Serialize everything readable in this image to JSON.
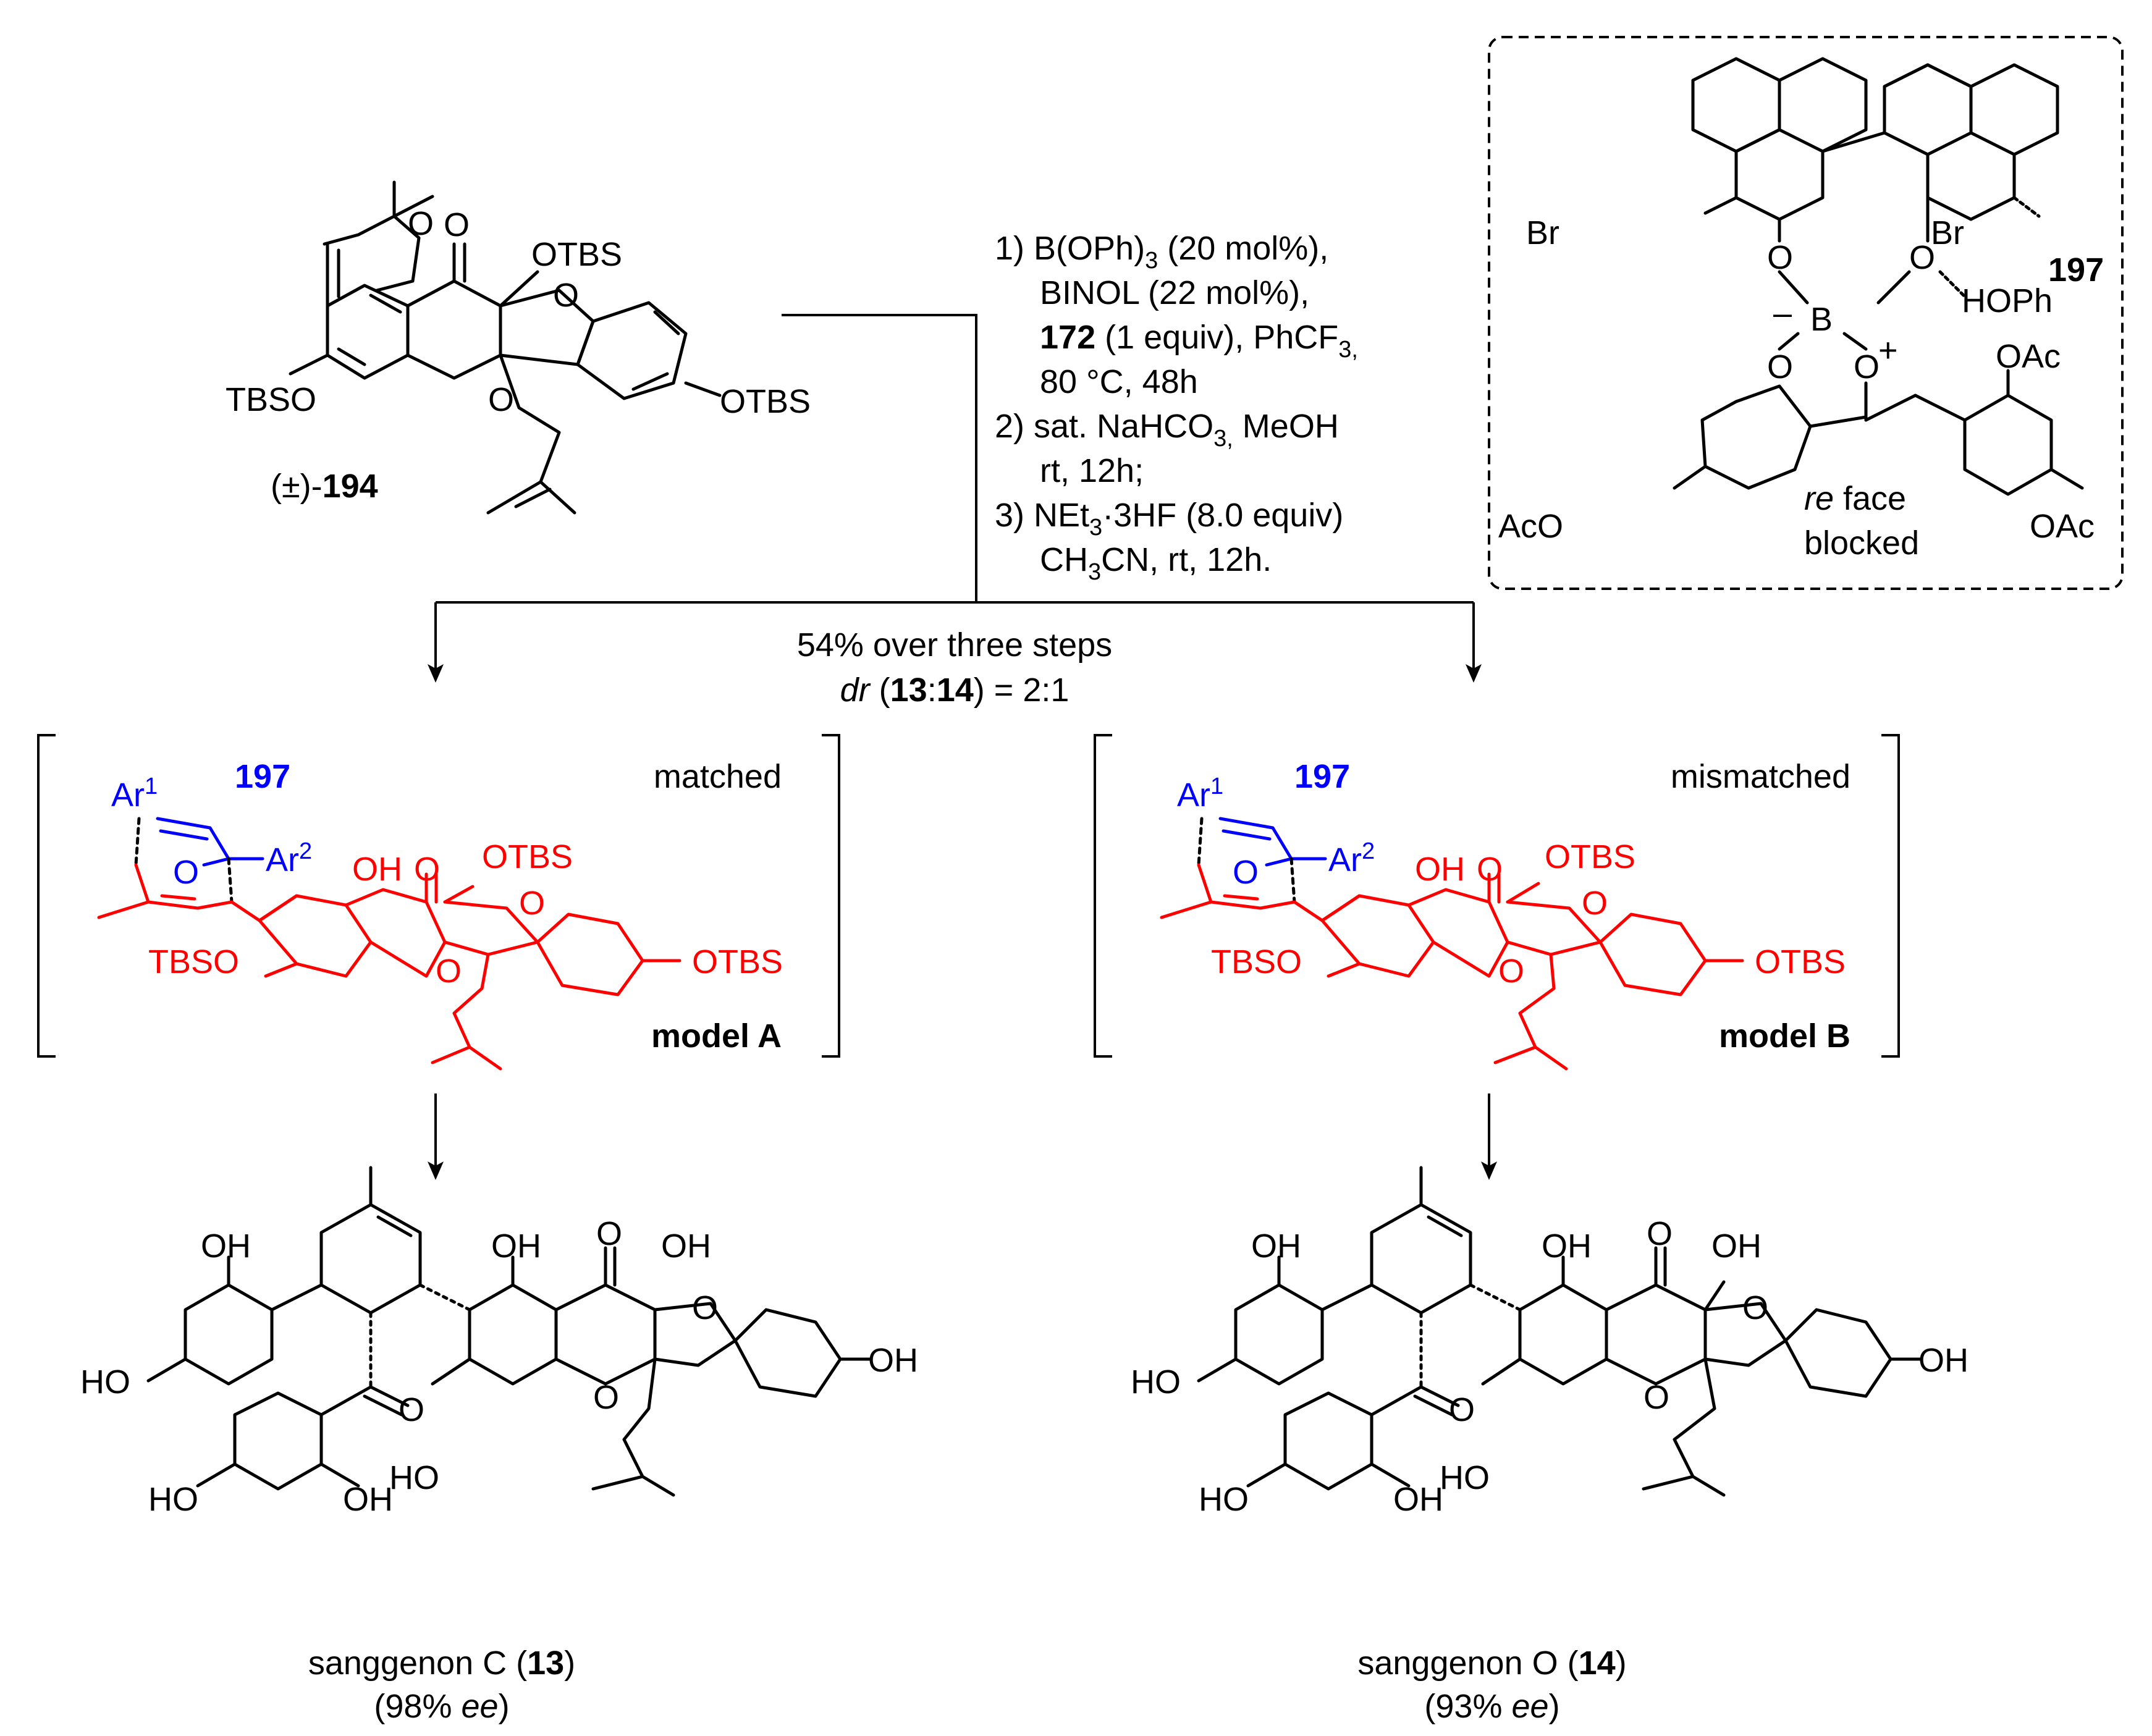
{
  "start": {
    "prefix": "(±)-",
    "number": "194",
    "atoms": {
      "tbs_left": "TBSO",
      "tbs_right": "OTBS",
      "tbs_top": "OTBS",
      "o_ring1": "O",
      "o_ketone": "O",
      "o_ring2": "O",
      "o_ring3": "O"
    }
  },
  "conditions": {
    "line1": "1) B(OPh)",
    "line1_sub": "3",
    "line1_tail": " (20 mol%),",
    "line2": "BINOL (22 mol%),",
    "line3_bold": "172",
    "line3_tail": " (1 equiv), PhCF",
    "line3_sub": "3,",
    "line4": "80 °C, 48h",
    "line5": "2) sat. NaHCO",
    "line5_sub": "3,",
    "line5_tail": " MeOH",
    "line6": "rt, 12h;",
    "line7": "3) NEt",
    "line7_sub": "3",
    "line7_tail": "·3HF (8.0 equiv)",
    "line8_a": "CH",
    "line8_sub": "3",
    "line8_b": "CN, rt, 12h."
  },
  "yield": {
    "line1": "54% over three steps",
    "dr_italic": "dr",
    "dr_open": " (",
    "dr_a": "13",
    "dr_colon": ":",
    "dr_b": "14",
    "dr_close": ") = 2:1"
  },
  "catalyst": {
    "number": "197",
    "note_italic": "re",
    "note_rest": " face",
    "note_line2": "blocked",
    "atoms": {
      "br1": "Br",
      "br2": "Br",
      "o1": "O",
      "o2": "O",
      "b": "B",
      "b_minus": "–",
      "hophen": "HOPh",
      "o3": "O",
      "o4": "O",
      "o4_plus": "+",
      "oac1": "OAc",
      "oac2": "OAc",
      "aco": "AcO"
    }
  },
  "model_a": {
    "status": "matched",
    "label": "model A",
    "catalyst": "197",
    "ar1": "Ar",
    "ar1_sup": "1",
    "ar2": "Ar",
    "ar2_sup": "2",
    "o_carbonyl": "O",
    "atoms": {
      "oh": "OH",
      "o_ketone": "O",
      "otbs_top": "OTBS",
      "tbso": "TBSO",
      "o_ring": "O",
      "o_ring2": "O",
      "otbs_right": "OTBS"
    }
  },
  "model_b": {
    "status": "mismatched",
    "label": "model B",
    "catalyst": "197",
    "ar1": "Ar",
    "ar1_sup": "1",
    "ar2": "Ar",
    "ar2_sup": "2",
    "o_carbonyl": "O",
    "atoms": {
      "oh": "OH",
      "o_ketone": "O",
      "otbs_top": "OTBS",
      "tbso": "TBSO",
      "o_ring": "O",
      "o_ring2": "O",
      "otbs_right": "OTBS"
    }
  },
  "product_c": {
    "name": "sanggenon C (",
    "number": "13",
    "close": ")",
    "ee_open": "(98% ",
    "ee_italic": "ee",
    "ee_close": ")",
    "atoms": {
      "oh1": "OH",
      "ho1": "HO",
      "oh2": "OH",
      "o_ketone": "O",
      "oh3": "OH",
      "o_ring": "O",
      "o_carb": "O",
      "ho2": "HO",
      "o_ring2": "O",
      "oh4": "OH",
      "ho3": "HO",
      "oh5": "OH"
    }
  },
  "product_o": {
    "name": "sanggenon O (",
    "number": "14",
    "close": ")",
    "ee_open": "(93% ",
    "ee_italic": "ee",
    "ee_close": ")",
    "atoms": {
      "oh1": "OH",
      "ho1": "HO",
      "oh2": "OH",
      "o_ketone": "O",
      "oh3": "OH",
      "o_ring": "O",
      "o_carb": "O",
      "ho2": "HO",
      "o_ring2": "O",
      "oh4": "OH",
      "ho3": "HO",
      "oh5": "OH"
    }
  },
  "colors": {
    "model": "#ff0000",
    "catalyst_fragment": "#0000ff",
    "catalyst_label": "#0000ff",
    "bonds": "#000000"
  }
}
